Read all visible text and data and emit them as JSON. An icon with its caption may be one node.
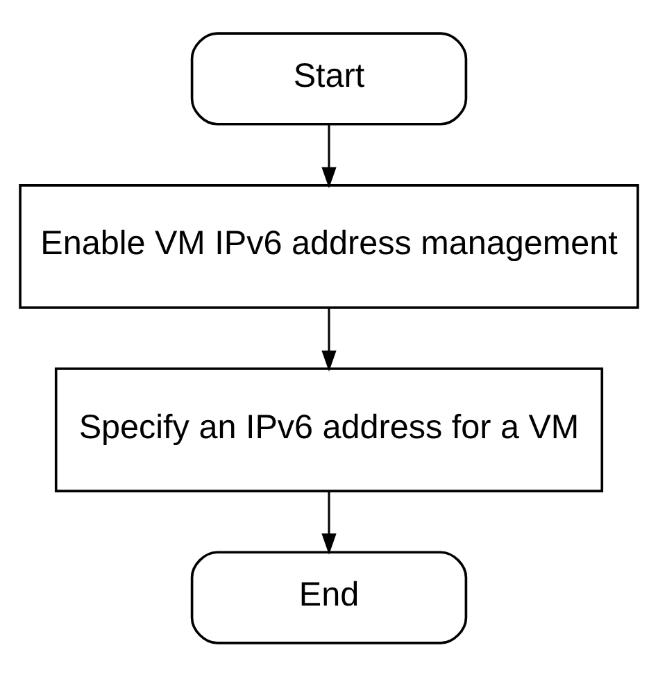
{
  "diagram": {
    "nodes": [
      {
        "text": [
          "Start"
        ]
      },
      {
        "text": [
          "Enable VM IPv6 address management"
        ]
      },
      {
        "text": [
          "Specify an IPv6 address for a VM"
        ]
      },
      {
        "text": [
          "End"
        ]
      }
    ],
    "edges": [
      {
        "from": 0,
        "to": 1,
        "arrow": "to"
      },
      {
        "from": 1,
        "to": 2,
        "arrow": "to"
      },
      {
        "from": 2,
        "to": 3,
        "arrow": "to"
      }
    ]
  }
}
